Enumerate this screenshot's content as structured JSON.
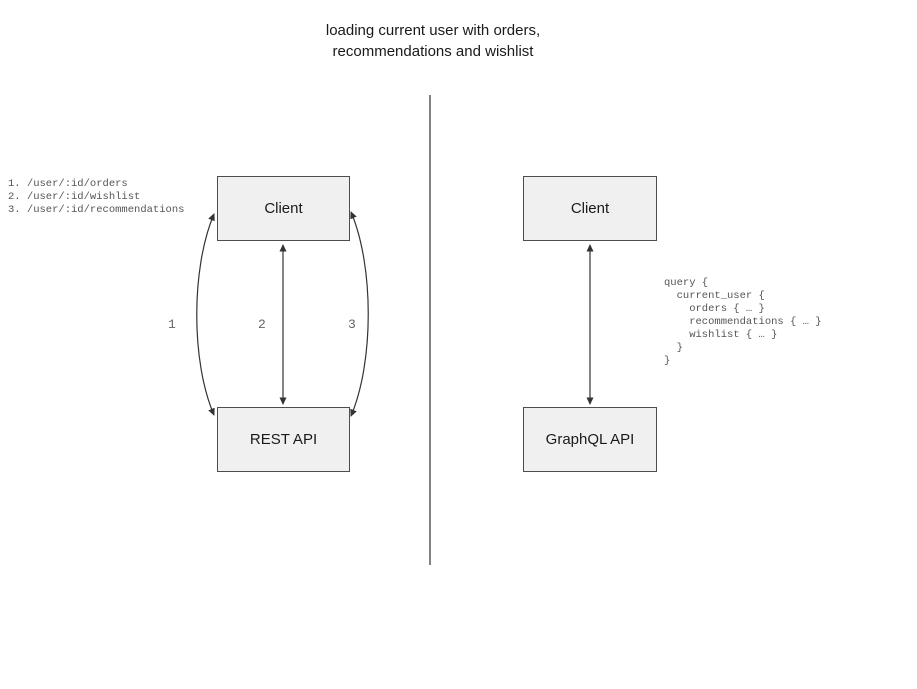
{
  "title": {
    "line1": "loading current user with orders,",
    "line2": "recommendations and wishlist"
  },
  "rest_panel": {
    "client_label": "Client",
    "api_label": "REST API",
    "endpoints": [
      "1. /user/:id/orders",
      "2. /user/:id/wishlist",
      "3. /user/:id/recommendations"
    ],
    "arrow_labels": [
      "1",
      "2",
      "3"
    ]
  },
  "graphql_panel": {
    "client_label": "Client",
    "api_label": "GraphQL API",
    "query_lines": [
      "query {",
      "  current_user {",
      "    orders { … }",
      "    recommendations { … }",
      "    wishlist { … }",
      "  }",
      "}"
    ]
  },
  "colors": {
    "box_fill": "#f0f0f0",
    "box_border": "#4d4d4d",
    "arrow": "#333333",
    "divider": "#5a5a5a",
    "number_label": "#666666",
    "code_text": "#555555"
  }
}
